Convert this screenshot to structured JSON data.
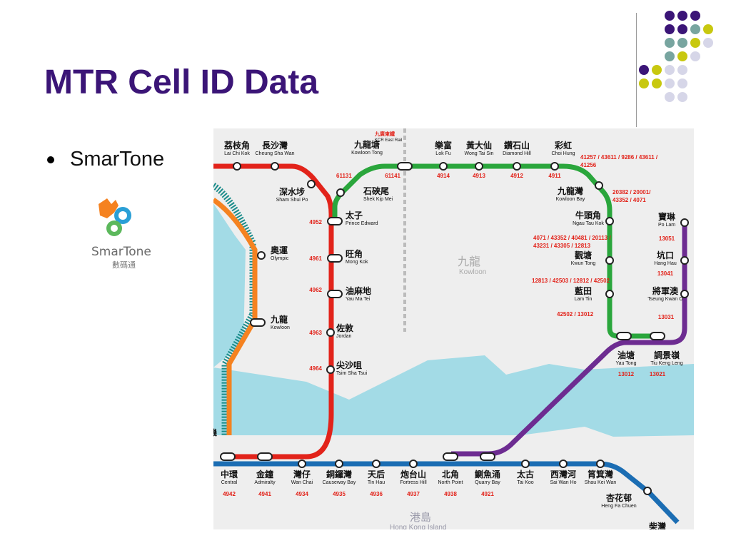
{
  "slide": {
    "title": "MTR Cell ID Data",
    "bullet": "SmarTone",
    "logo": {
      "name": "SmarTone",
      "chinese": "數碼通"
    },
    "decor_colors": {
      "purple": "#3b1577",
      "teal": "#78a5a0",
      "yellow": "#c8c80f",
      "lavender": "#d6d6e8"
    }
  },
  "map": {
    "line_colors": {
      "tsuen_wan": "#e2231a",
      "kwun_tong": "#2aa63c",
      "island": "#1b6db3",
      "tko": "#6d2c91",
      "tung_chung": "#f58220",
      "airport": "#1a8c8a",
      "water": "#a3dbe6"
    },
    "district_labels": {
      "kowloon_zh": "九龍",
      "kowloon_en": "Kowloon",
      "island_zh": "港島",
      "island_en": "Hong Kong Island",
      "kcr_zh": "九廣東鐵",
      "kcr_en": "KCR East Rail",
      "partial_zh": "柴灣",
      "edge_zh": "機"
    },
    "stations": [
      {
        "zh": "荔枝角",
        "en": "Lai Chi Kok"
      },
      {
        "zh": "長沙灣",
        "en": "Cheung Sha Wan"
      },
      {
        "zh": "深水埗",
        "en": "Sham Shui Po"
      },
      {
        "zh": "太子",
        "en": "Prince Edward",
        "cell": "4952"
      },
      {
        "zh": "旺角",
        "en": "Mong Kok",
        "cell": "4961"
      },
      {
        "zh": "油麻地",
        "en": "Yau Ma Tei",
        "cell": "4962"
      },
      {
        "zh": "佐敦",
        "en": "Jordan",
        "cell": "4963"
      },
      {
        "zh": "尖沙咀",
        "en": "Tsim Sha Tsui",
        "cell": "4964"
      },
      {
        "zh": "奧運",
        "en": "Olympic"
      },
      {
        "zh": "九龍",
        "en": "Kowloon"
      },
      {
        "zh": "九龍塘",
        "en": "Kowloon Tong",
        "cell": "61131",
        "cell2": "61141"
      },
      {
        "zh": "石硤尾",
        "en": "Shek Kip Mei"
      },
      {
        "zh": "樂富",
        "en": "Lok Fu",
        "cell": "4914"
      },
      {
        "zh": "黃大仙",
        "en": "Wong Tai Sin",
        "cell": "4913"
      },
      {
        "zh": "鑽石山",
        "en": "Diamond Hill",
        "cell": "4912"
      },
      {
        "zh": "彩虹",
        "en": "Choi Hung",
        "cell": "4911"
      },
      {
        "zh": "九龍灣",
        "en": "Kowloon Bay"
      },
      {
        "zh": "牛頭角",
        "en": "Ngau Tau Kok"
      },
      {
        "zh": "觀塘",
        "en": "Kwun Tong"
      },
      {
        "zh": "藍田",
        "en": "Lam Tin"
      },
      {
        "zh": "油塘",
        "en": "Yau Tong",
        "cell": "13012"
      },
      {
        "zh": "調景嶺",
        "en": "Tiu Keng Leng",
        "cell": "13021"
      },
      {
        "zh": "寶琳",
        "en": "Po Lam",
        "cell": "13051"
      },
      {
        "zh": "坑口",
        "en": "Hang Hau",
        "cell": "13041"
      },
      {
        "zh": "將軍澳",
        "en": "Tseung Kwan O",
        "cell": "13031"
      },
      {
        "zh": "中環",
        "en": "Central",
        "cell": "4942"
      },
      {
        "zh": "金鐘",
        "en": "Admiralty",
        "cell": "4941"
      },
      {
        "zh": "灣仔",
        "en": "Wan Chai",
        "cell": "4934"
      },
      {
        "zh": "銅鑼灣",
        "en": "Causeway Bay",
        "cell": "4935"
      },
      {
        "zh": "天后",
        "en": "Tin Hau",
        "cell": "4936"
      },
      {
        "zh": "炮台山",
        "en": "Fortress Hill",
        "cell": "4937"
      },
      {
        "zh": "北角",
        "en": "North Point",
        "cell": "4938"
      },
      {
        "zh": "鰂魚涌",
        "en": "Quarry Bay",
        "cell": "4921"
      },
      {
        "zh": "太古",
        "en": "Tai Koo"
      },
      {
        "zh": "西灣河",
        "en": "Sai Wan Ho"
      },
      {
        "zh": "筲箕灣",
        "en": "Shau Kei Wan"
      },
      {
        "zh": "杏花邨",
        "en": "Heng Fa Chuen"
      }
    ],
    "cell_groups": {
      "choi_hung_a": "41257 / 43611 / 9286 / 43611 /",
      "choi_hung_b": "41256",
      "kowloon_bay_a": "20382 / 20001/",
      "kowloon_bay_b": "43352 / 4071",
      "ngau_tau_kok_a": "4071 / 43352 / 40481 / 20113 /",
      "ngau_tau_kok_b": "43231 / 43305 / 12813",
      "kwun_tong": "12813 / 42503 / 12812 / 42502",
      "lam_tin": "42502 / 13012"
    }
  }
}
